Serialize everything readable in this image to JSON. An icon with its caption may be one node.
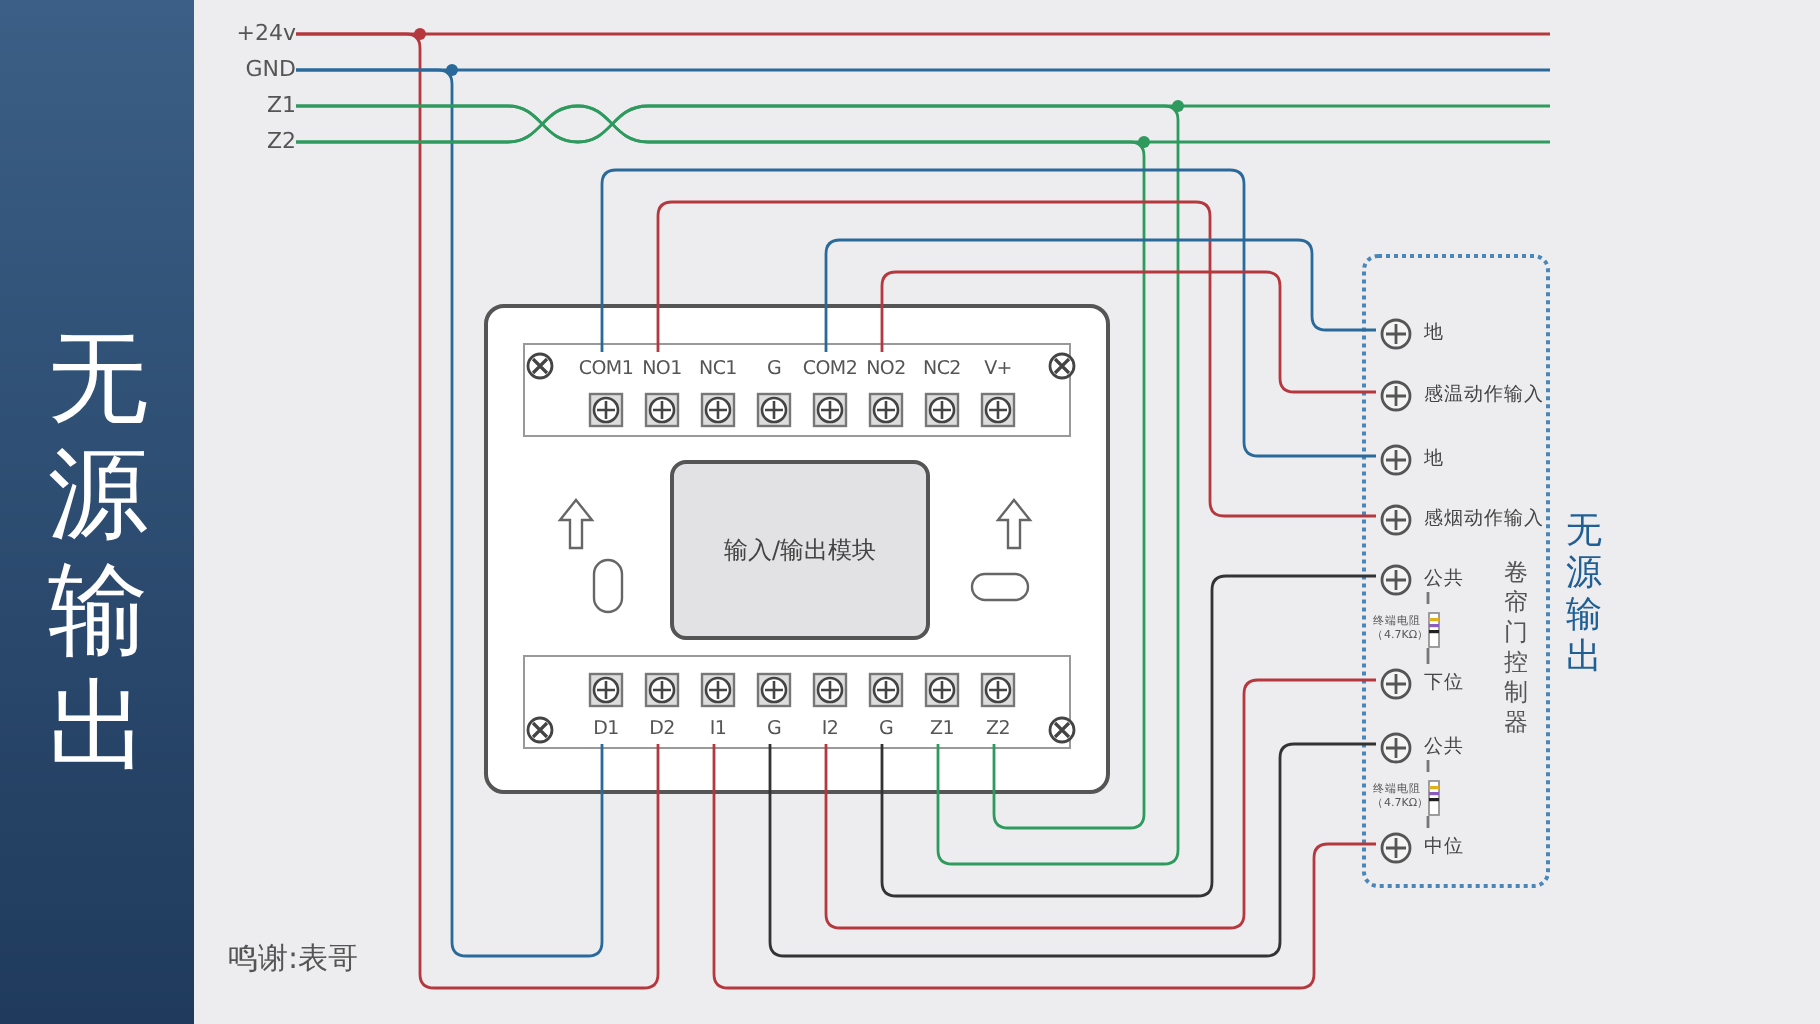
{
  "diagram": {
    "title": "无源输出",
    "nodes": [
      {
        "text": [
          "+24v"
        ]
      },
      {
        "text": [
          "GND"
        ]
      },
      {
        "text": [
          "Z1"
        ]
      },
      {
        "text": [
          "Z2"
        ]
      },
      {
        "text": [],
        "shape": "box"
      },
      {
        "text": [
          "COM1"
        ],
        "in": 4
      },
      {
        "text": [
          "NO1"
        ],
        "in": 4
      },
      {
        "text": [
          "NC1"
        ],
        "in": 4
      },
      {
        "text": [
          "G"
        ],
        "in": 4
      },
      {
        "text": [
          "COM2"
        ],
        "in": 4
      },
      {
        "text": [
          "NO2"
        ],
        "in": 4
      },
      {
        "text": [
          "NC2"
        ],
        "in": 4
      },
      {
        "text": [
          "V+"
        ],
        "in": 4
      },
      {
        "text": [
          "输入/输出模块"
        ],
        "in": 4
      },
      {
        "text": [
          "D1"
        ],
        "in": 4
      },
      {
        "text": [
          "D2"
        ],
        "in": 4
      },
      {
        "text": [
          "I1"
        ],
        "in": 4
      },
      {
        "text": [
          "G"
        ],
        "in": 4
      },
      {
        "text": [
          "I2"
        ],
        "in": 4
      },
      {
        "text": [
          "G"
        ],
        "in": 4
      },
      {
        "text": [
          "Z1"
        ],
        "in": 4
      },
      {
        "text": [
          "Z2"
        ],
        "in": 4
      },
      {
        "text": [
          "卷帘门控制器"
        ],
        "beside": [
          "无源输出"
        ]
      },
      {
        "text": [
          "地"
        ],
        "in": 22
      },
      {
        "text": [
          "感温动作输入"
        ],
        "in": 22
      },
      {
        "text": [
          "地"
        ],
        "in": 22
      },
      {
        "text": [
          "感烟动作输入"
        ],
        "in": 22
      },
      {
        "text": [
          "公共"
        ],
        "in": 22
      },
      {
        "text": [
          "下位"
        ],
        "in": 22
      },
      {
        "text": [
          "公共"
        ],
        "in": 22
      },
      {
        "text": [
          "中位"
        ],
        "in": 22
      },
      {
        "text": [
          "终端电阻（4.7KΩ）"
        ],
        "in": 22
      },
      {
        "text": [
          "终端电阻（4.7KΩ）"
        ],
        "in": 22
      }
    ],
    "edges": [
      {
        "from": 0,
        "to": null,
        "arrow": "none",
        "color": "#b5383f"
      },
      {
        "from": 1,
        "to": null,
        "arrow": "none",
        "color": "#2a6a9a"
      },
      {
        "from": 2,
        "to": null,
        "arrow": "none",
        "color": "#2e9a5e"
      },
      {
        "from": 3,
        "to": null,
        "arrow": "none",
        "color": "#2e9a5e"
      },
      {
        "from": 0,
        "to": 15,
        "arrow": "none",
        "color": "#b5383f"
      },
      {
        "from": 1,
        "to": 14,
        "arrow": "none",
        "color": "#2a6a9a"
      },
      {
        "from": 2,
        "to": 20,
        "arrow": "none",
        "color": "#2e9a5e"
      },
      {
        "from": 3,
        "to": 21,
        "arrow": "none",
        "color": "#2e9a5e"
      },
      {
        "from": 5,
        "to": 25,
        "arrow": "none",
        "color": "#2a6a9a"
      },
      {
        "from": 6,
        "to": 26,
        "arrow": "none",
        "color": "#b5383f"
      },
      {
        "from": 9,
        "to": 23,
        "arrow": "none",
        "color": "#2a6a9a"
      },
      {
        "from": 10,
        "to": 24,
        "arrow": "none",
        "color": "#b5383f"
      },
      {
        "from": 16,
        "to": 30,
        "arrow": "none",
        "color": "#b5383f"
      },
      {
        "from": 17,
        "to": 29,
        "arrow": "none",
        "color": "#333333"
      },
      {
        "from": 18,
        "to": 28,
        "arrow": "none",
        "color": "#b5383f"
      },
      {
        "from": 19,
        "to": 27,
        "arrow": "none",
        "color": "#333333"
      },
      {
        "from": 31,
        "to": 27,
        "arrow": "none",
        "color": "#777777"
      },
      {
        "from": 31,
        "to": 28,
        "arrow": "none",
        "color": "#777777"
      },
      {
        "from": 32,
        "to": 29,
        "arrow": "none",
        "color": "#777777"
      },
      {
        "from": 32,
        "to": 30,
        "arrow": "none",
        "color": "#777777"
      }
    ],
    "labels": [
      "鸣谢:表哥"
    ]
  }
}
